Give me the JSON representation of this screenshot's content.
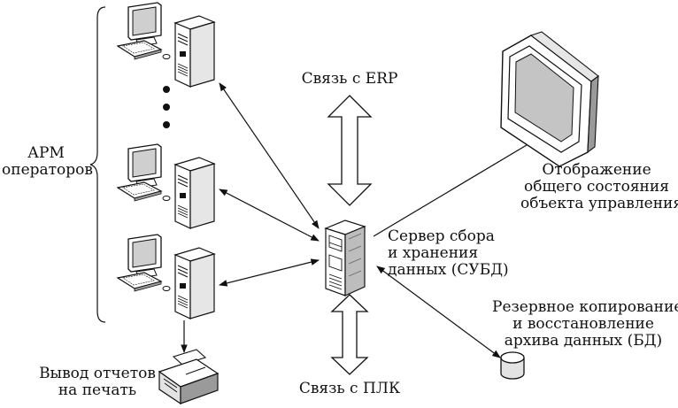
{
  "labels": {
    "erp": "Связь с ERP",
    "plc": "Связь с ПЛК",
    "arm": [
      "АРМ",
      "операторов"
    ],
    "display": [
      "Отображение",
      "общего состояния",
      "объекта управления"
    ],
    "server": [
      "Сервер сбора",
      "и хранения",
      "данных (СУБД)"
    ],
    "backup": [
      "Резервное копирование",
      "и восстановление",
      "архива данных (БД)"
    ],
    "print": [
      "Вывод отчетов",
      "на печать"
    ]
  },
  "icons": {
    "workstation": "desktop-computer-icon",
    "server": "server-tower-icon",
    "monitor": "crt-monitor-icon",
    "database": "database-cylinder-icon",
    "printer": "printer-icon"
  },
  "colors": {
    "stroke": "#111111",
    "fill": "#ffffff",
    "shade": "#d9d9d9",
    "dark": "#7a7a7a"
  }
}
